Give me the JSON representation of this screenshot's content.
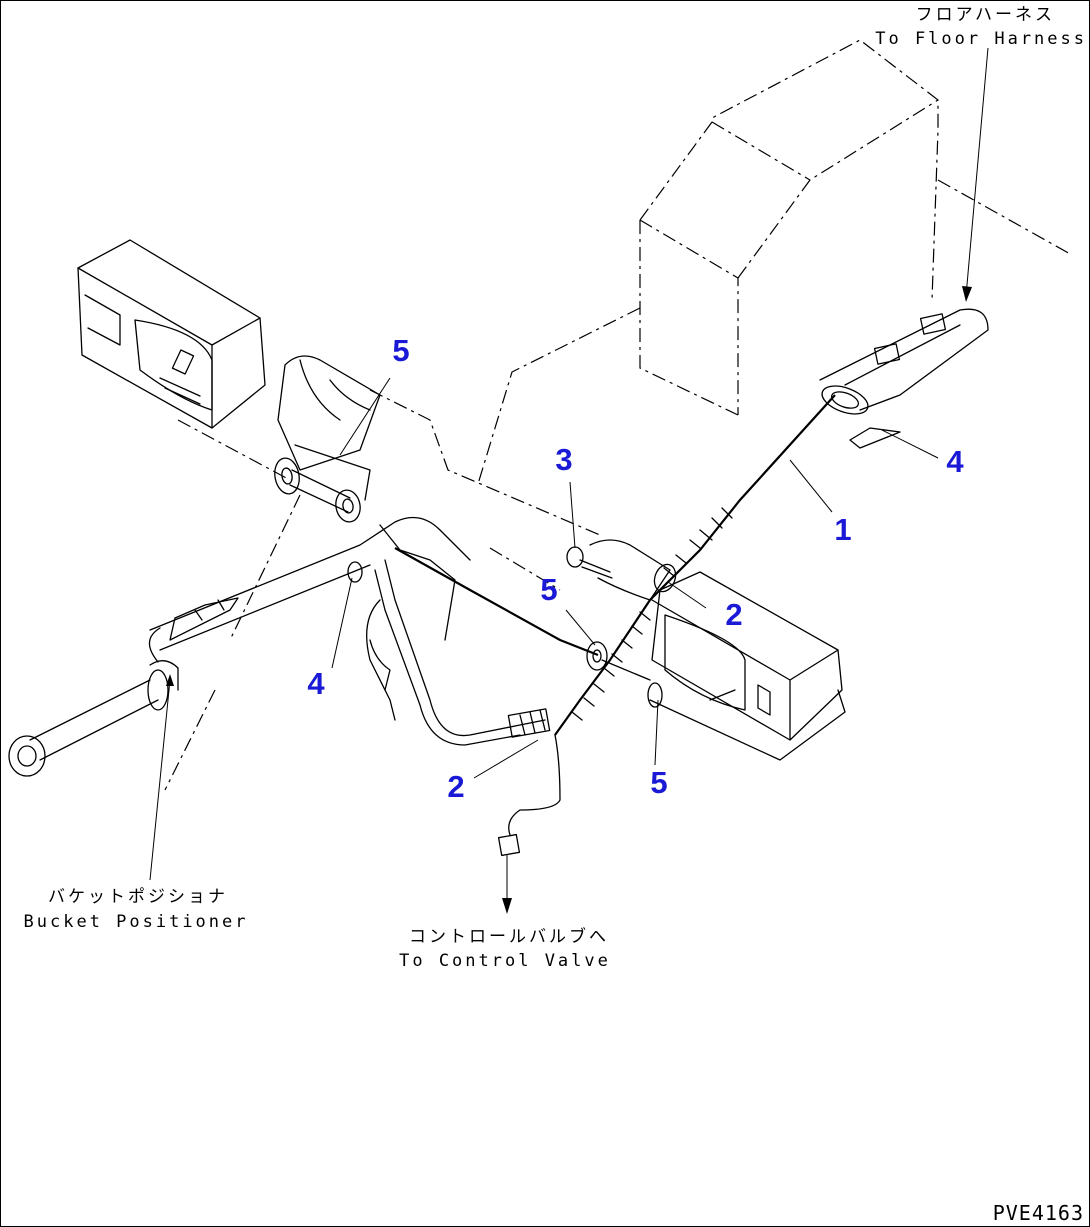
{
  "labels": {
    "floor_harness_jp": "フロアハーネス",
    "floor_harness_en": "To Floor Harness",
    "bucket_positioner_jp": "バケットポジショナ",
    "bucket_positioner_en": "Bucket Positioner",
    "control_valve_jp": "コントロールバルブへ",
    "control_valve_en": "To Control Valve"
  },
  "callouts": {
    "c1": "1",
    "c2_right": "2",
    "c2_bottom": "2",
    "c3": "3",
    "c4_right": "4",
    "c4_left": "4",
    "c5_top": "5",
    "c5_mid": "5",
    "c5_bottom": "5"
  },
  "drawing_code": "PVE4163",
  "colors": {
    "callout": "#1a1ad6",
    "line": "#000000",
    "background": "#ffffff"
  }
}
